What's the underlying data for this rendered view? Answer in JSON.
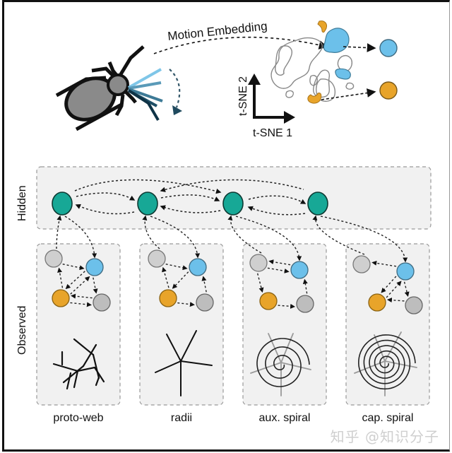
{
  "figure": {
    "top": {
      "embedding_label": "Motion Embedding",
      "axis_x_label": "t-SNE 1",
      "axis_y_label": "t-SNE 2",
      "leg_colors": [
        "#7fc6e8",
        "#5a9ab8",
        "#3d7a96",
        "#1f4f66",
        "#0f3346"
      ],
      "cluster_colors": {
        "blue": "#6cc0ea",
        "orange": "#e8a42a",
        "outline": "#888888"
      }
    },
    "hidden": {
      "row_label": "Hidden",
      "node_color": "#17a896",
      "node_count": 4
    },
    "observed": {
      "row_label": "Observed",
      "node_colors": {
        "gray": "#cfcfcf",
        "blue": "#6cc0ea",
        "orange": "#e8a42a",
        "gray_dark": "#bdbdbd"
      },
      "panels": [
        {
          "label": "proto-web"
        },
        {
          "label": "radii"
        },
        {
          "label": "aux. spiral"
        },
        {
          "label": "cap. spiral"
        }
      ]
    },
    "watermark": "知乎 @知识分子"
  }
}
